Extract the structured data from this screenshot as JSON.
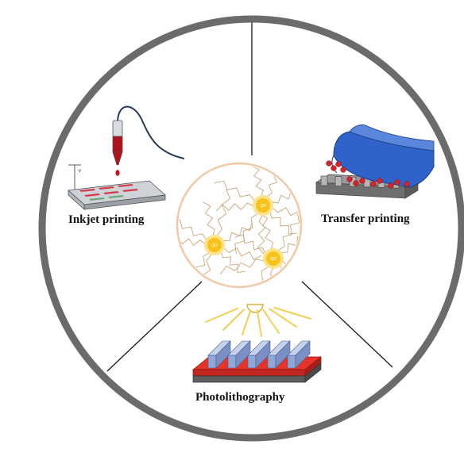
{
  "labels": {
    "inkjet": "Inkjet printing",
    "transfer": "Transfer printing",
    "photo": "Photolithography"
  },
  "center": {
    "quantum_dot_label": "QD",
    "quantum_dot_count": 3
  },
  "inkjet_dim_label": "v",
  "colors": {
    "ring": "#6b6b6b",
    "divider": "#1a1a1a",
    "qd_core": "#f7c21a",
    "qd_halo": "#fde38a",
    "center_border": "#f2c9a6",
    "ligand": "#c9a67a",
    "substrate_red": "#e8332a",
    "stripe_blue": "#8fa6d8",
    "stamp_blue": "#2f63c9",
    "metal_gray": "#8e8e8e",
    "ink_red": "#b0121b",
    "light_rays": "#f3cf56"
  },
  "icons": [
    "inkjet-printer-icon",
    "transfer-stamp-icon",
    "uv-lamp-icon",
    "photolithography-substrate-icon",
    "quantum-dot-icon"
  ]
}
